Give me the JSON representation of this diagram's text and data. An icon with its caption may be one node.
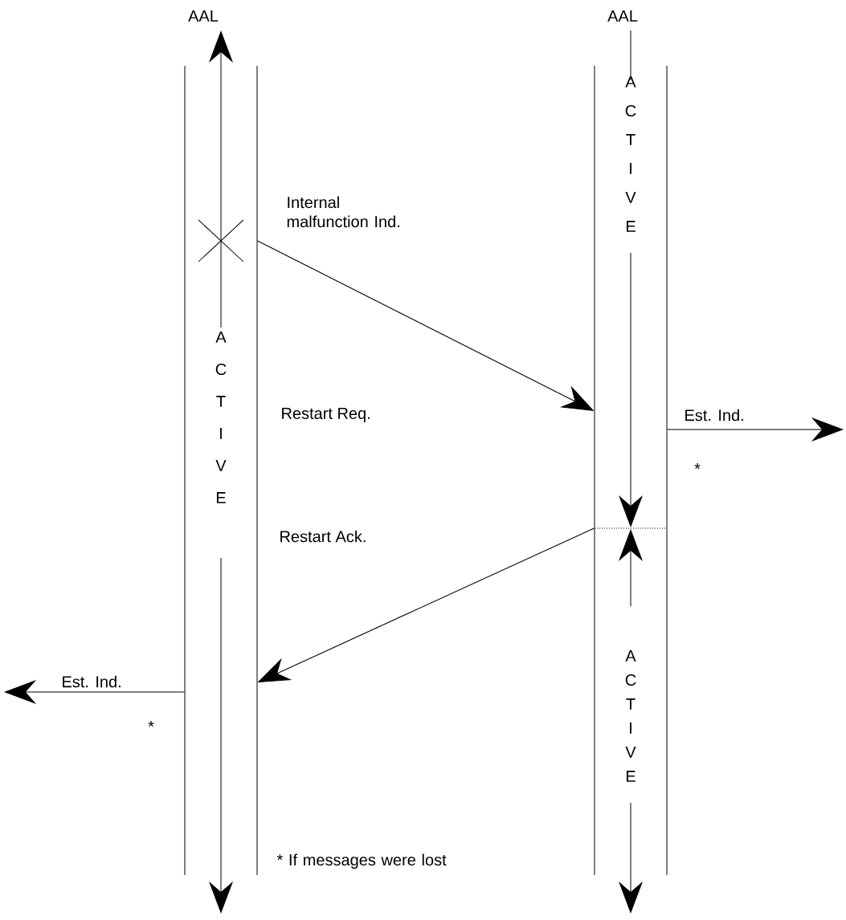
{
  "diagram": {
    "nodes": [
      {
        "text": [
          "ACTIVE"
        ]
      },
      {
        "text": [
          "ACTIVE",
          "ACTIVE"
        ]
      }
    ],
    "edges": [
      {
        "from": 0,
        "to": 1,
        "arrow": "to",
        "label": "Internal malfunction Ind."
      },
      {
        "from": 1,
        "to": 0,
        "arrow": "to"
      },
      {
        "from": 1,
        "to": null,
        "arrow": "to",
        "label": "Est. Ind."
      },
      {
        "from": 0,
        "to": null,
        "arrow": "to",
        "label": "Est. Ind."
      }
    ],
    "labels": [
      "AAL",
      "AAL",
      "Restart Req.",
      "Restart Ack.",
      "*",
      "*",
      "* If messages were lost"
    ]
  }
}
